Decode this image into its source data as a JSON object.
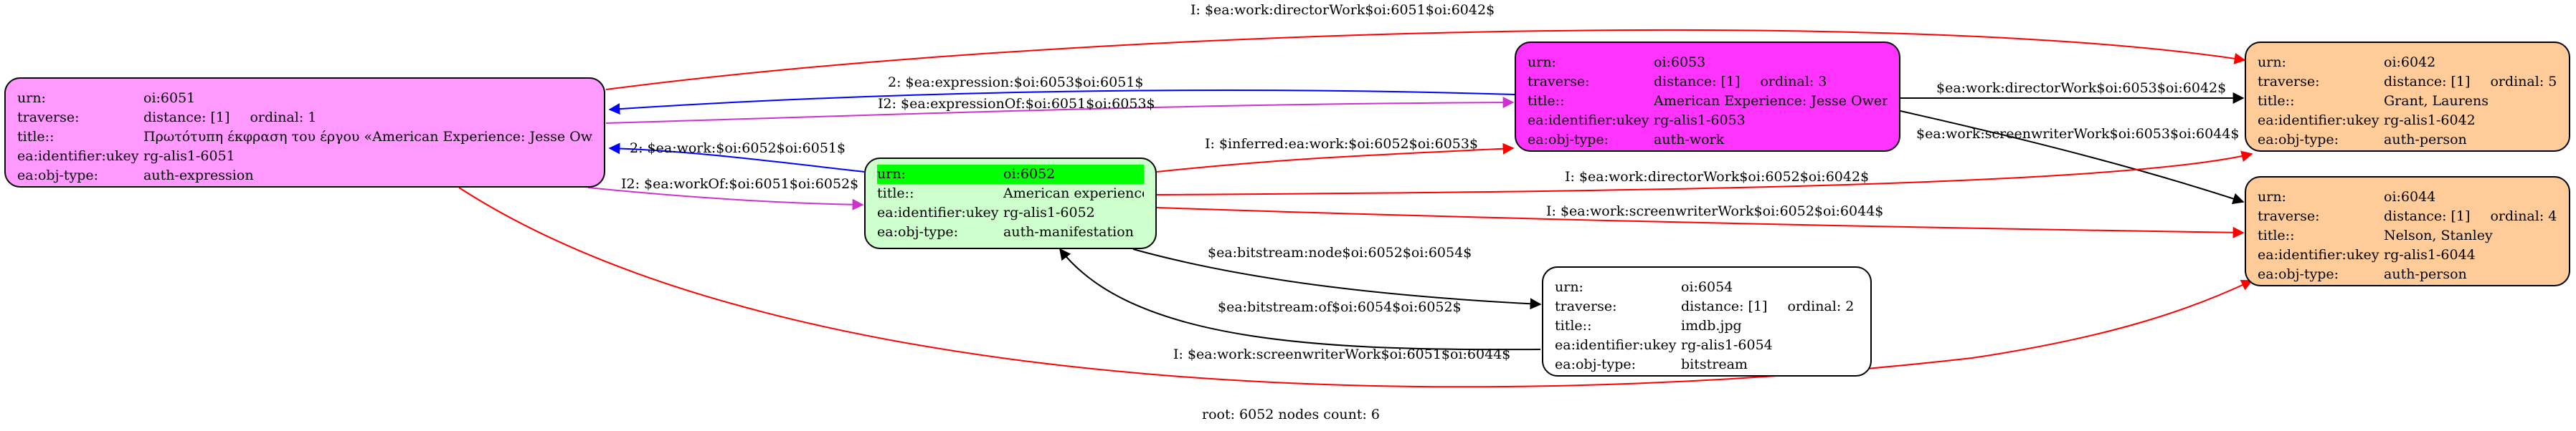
{
  "colors": {
    "expression": "#ff99ff",
    "work": "#ff33ff",
    "manifestation": "#ccffcc",
    "person": "#ffcc99",
    "bitstream": "#ffffff",
    "highlight": "#00ff00",
    "edge_red": "#ff0000",
    "edge_blue": "#0000ff",
    "edge_magenta": "#cc33cc",
    "edge_black": "#000000"
  },
  "nodes": {
    "n6051": {
      "urn_key": "urn:",
      "urn": "oi:6051",
      "traverse_key": "traverse:",
      "distance": "distance: [1]",
      "ordinal": "ordinal: 1",
      "title_key": "title::",
      "title": "Πρωτότυπη έκφραση του έργου «American Experience: Jesse Ow...",
      "ukey_key": "ea:identifier:ukey",
      "ukey": "rg-alis1-6051",
      "type_key": "ea:obj-type:",
      "type": "auth-expression"
    },
    "n6052": {
      "urn_key": "urn:",
      "urn": "oi:6052",
      "title_key": "title::",
      "title": "American experience",
      "ukey_key": "ea:identifier:ukey",
      "ukey": "rg-alis1-6052",
      "type_key": "ea:obj-type:",
      "type": "auth-manifestation"
    },
    "n6053": {
      "urn_key": "urn:",
      "urn": "oi:6053",
      "traverse_key": "traverse:",
      "distance": "distance: [1]",
      "ordinal": "ordinal: 3",
      "title_key": "title::",
      "title": "American Experience: Jesse Owens",
      "ukey_key": "ea:identifier:ukey",
      "ukey": "rg-alis1-6053",
      "type_key": "ea:obj-type:",
      "type": "auth-work"
    },
    "n6054": {
      "urn_key": "urn:",
      "urn": "oi:6054",
      "traverse_key": "traverse:",
      "distance": "distance: [1]",
      "ordinal": "ordinal: 2",
      "title_key": "title::",
      "title": "imdb.jpg",
      "ukey_key": "ea:identifier:ukey",
      "ukey": "rg-alis1-6054",
      "type_key": "ea:obj-type:",
      "type": "bitstream"
    },
    "n6042": {
      "urn_key": "urn:",
      "urn": "oi:6042",
      "traverse_key": "traverse:",
      "distance": "distance: [1]",
      "ordinal": "ordinal: 5",
      "title_key": "title::",
      "title": "Grant, Laurens",
      "ukey_key": "ea:identifier:ukey",
      "ukey": "rg-alis1-6042",
      "type_key": "ea:obj-type:",
      "type": "auth-person"
    },
    "n6044": {
      "urn_key": "urn:",
      "urn": "oi:6044",
      "traverse_key": "traverse:",
      "distance": "distance: [1]",
      "ordinal": "ordinal: 4",
      "title_key": "title::",
      "title": "Nelson, Stanley",
      "ukey_key": "ea:identifier:ukey",
      "ukey": "rg-alis1-6044",
      "type_key": "ea:obj-type:",
      "type": "auth-person"
    }
  },
  "edges": {
    "e1": "I: $ea:work:directorWork$oi:6051$oi:6042$",
    "e2": "2: $ea:expression:$oi:6053$oi:6051$",
    "e3": "I2: $ea:expressionOf:$oi:6051$oi:6053$",
    "e4": "$ea:work:directorWork$oi:6053$oi:6042$",
    "e5": "$ea:work:screenwriterWork$oi:6053$oi:6044$",
    "e6": "2: $ea:work:$oi:6052$oi:6051$",
    "e7": "I2: $ea:workOf:$oi:6051$oi:6052$",
    "e8": "I: $inferred:ea:work:$oi:6052$oi:6053$",
    "e9": "I: $ea:work:directorWork$oi:6052$oi:6042$",
    "e10": "I: $ea:work:screenwriterWork$oi:6052$oi:6044$",
    "e11": "$ea:bitstream:node$oi:6052$oi:6054$",
    "e12": "$ea:bitstream:of$oi:6054$oi:6052$",
    "e13": "I: $ea:work:screenwriterWork$oi:6051$oi:6044$"
  },
  "footer": "root: 6052 nodes count: 6"
}
